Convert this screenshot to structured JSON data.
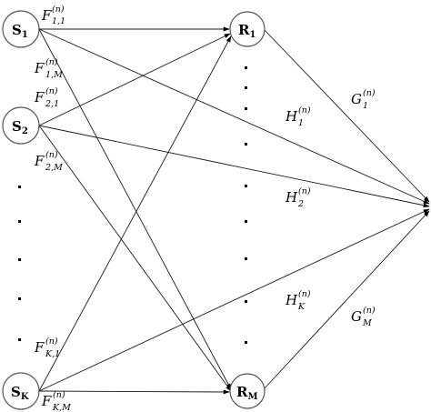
{
  "nodes": {
    "s1": {
      "main": "S",
      "sub": "1"
    },
    "s2": {
      "main": "S",
      "sub": "2"
    },
    "sk": {
      "main": "S",
      "sub": "K"
    },
    "r1": {
      "main": "R",
      "sub": "1"
    },
    "rm": {
      "main": "R",
      "sub": "M"
    }
  },
  "edge_labels": {
    "f11": {
      "main": "F",
      "sub": "1,1",
      "sup": "(n)"
    },
    "f1m": {
      "main": "F",
      "sub": "1,M",
      "sup": "(n)"
    },
    "f21": {
      "main": "F",
      "sub": "2,1",
      "sup": "(n)"
    },
    "f2m": {
      "main": "F",
      "sub": "2,M",
      "sup": "(n)"
    },
    "fk1": {
      "main": "F",
      "sub": "K,1",
      "sup": "(n)"
    },
    "fkm": {
      "main": "F",
      "sub": "K,M",
      "sup": "(n)"
    },
    "g1": {
      "main": "G",
      "sub": "1",
      "sup": "(n)"
    },
    "gm": {
      "main": "G",
      "sub": "M",
      "sup": "(n)"
    },
    "h1": {
      "main": "H",
      "sub": "1",
      "sup": "(n)"
    },
    "h2": {
      "main": "H",
      "sub": "2",
      "sup": "(n)"
    },
    "hk": {
      "main": "H",
      "sub": "K",
      "sup": "(n)"
    }
  }
}
